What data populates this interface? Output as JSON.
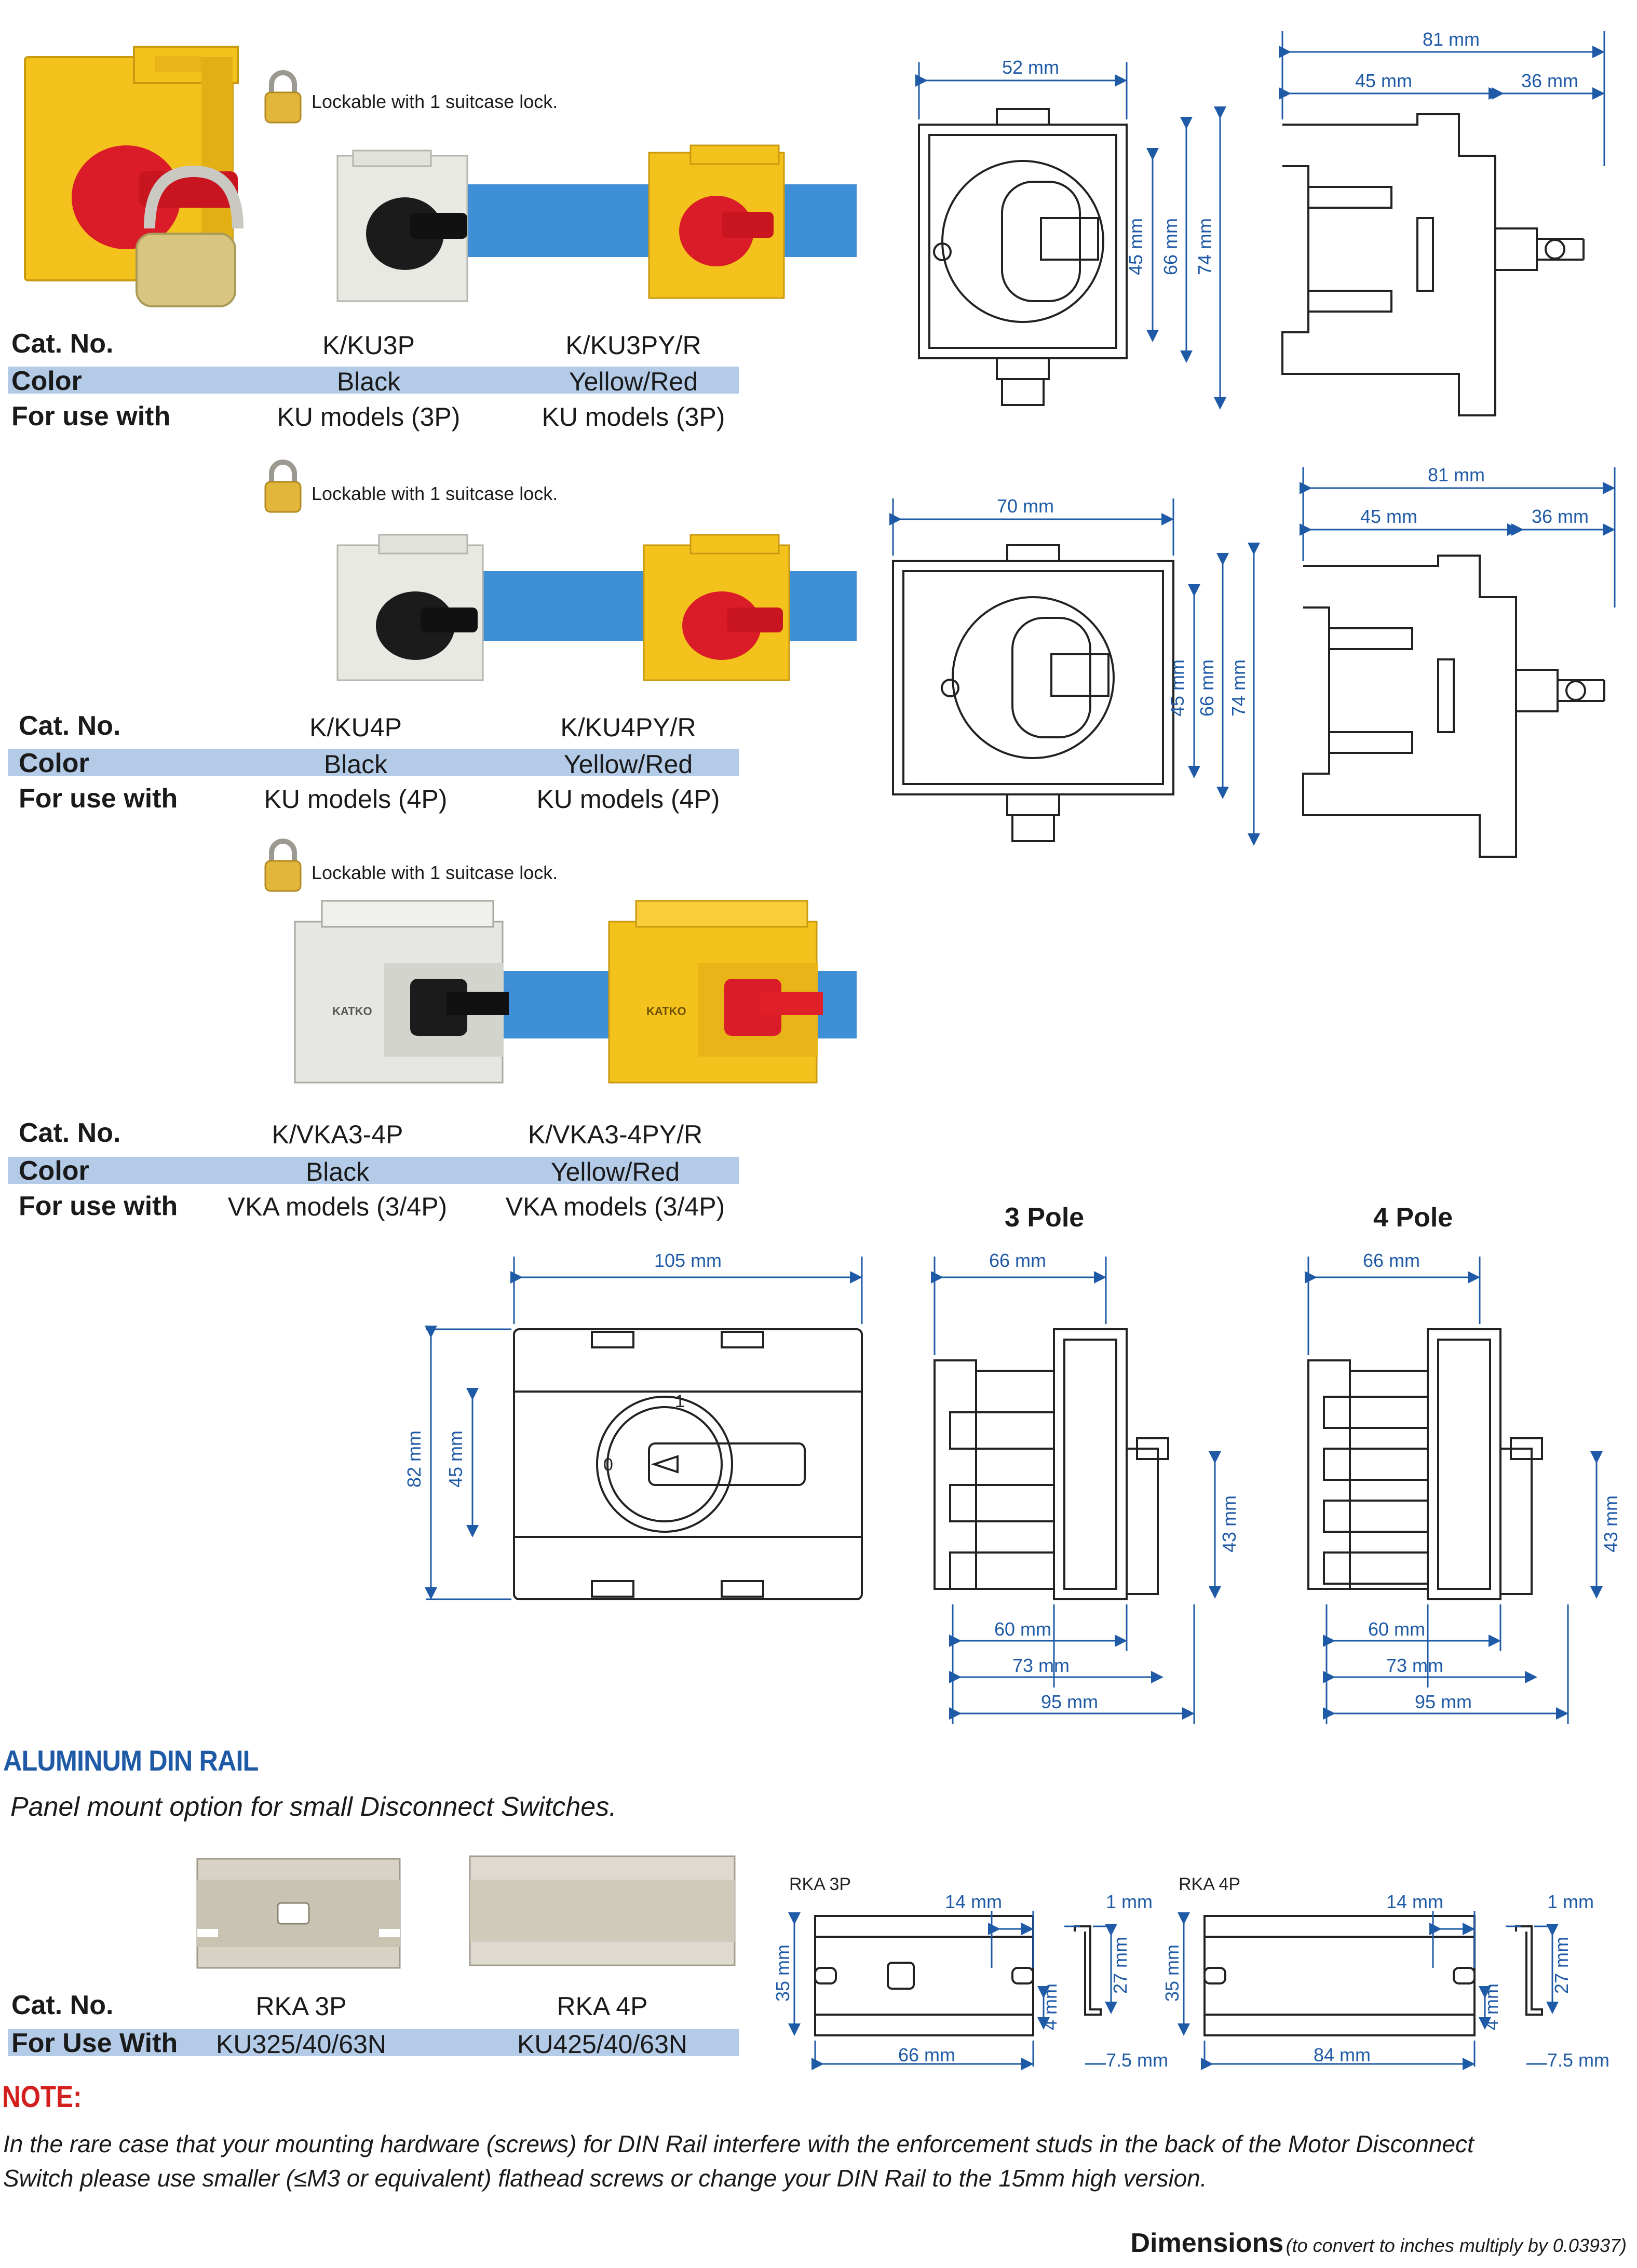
{
  "sections": [
    {
      "lock_note": "Lockable with 1 suitcase lock.",
      "rows": {
        "cat_no_label": "Cat. No.",
        "color_label": "Color",
        "use_label": "For use with",
        "left": {
          "cat": "K/KU3P",
          "color": "Black",
          "use": "KU models (3P)"
        },
        "right": {
          "cat": "K/KU3PY/R",
          "color": "Yellow/Red",
          "use": "KU models (3P)"
        }
      }
    },
    {
      "lock_note": "Lockable with 1 suitcase lock.",
      "rows": {
        "cat_no_label": "Cat. No.",
        "color_label": "Color",
        "use_label": "For use with",
        "left": {
          "cat": "K/KU4P",
          "color": "Black",
          "use": "KU models (4P)"
        },
        "right": {
          "cat": "K/KU4PY/R",
          "color": "Yellow/Red",
          "use": "KU models (4P)"
        }
      }
    },
    {
      "lock_note": "Lockable with 1 suitcase lock.",
      "rows": {
        "cat_no_label": "Cat. No.",
        "color_label": "Color",
        "use_label": "For use with",
        "left": {
          "cat": "K/VKA3-4P",
          "color": "Black",
          "use": "VKA models (3/4P)"
        },
        "right": {
          "cat": "K/VKA3-4PY/R",
          "color": "Yellow/Red",
          "use": "VKA models (3/4P)"
        }
      }
    }
  ],
  "drawings": {
    "ku3": {
      "width": "52 mm",
      "h1": "45 mm",
      "h2": "66 mm",
      "h3": "74 mm",
      "depth_total": "81 mm",
      "depth_a": "45 mm",
      "depth_b": "36 mm"
    },
    "ku4": {
      "width": "70 mm",
      "h1": "45 mm",
      "h2": "66 mm",
      "h3": "74 mm",
      "depth_total": "81 mm",
      "depth_a": "45 mm",
      "depth_b": "36 mm"
    },
    "vka": {
      "width": "105 mm",
      "h_total": "82 mm",
      "h_inner": "45 mm",
      "pos_1": "1",
      "pos_0": "0",
      "pole3_title": "3 Pole",
      "pole4_title": "4 Pole",
      "side_top": "66 mm",
      "side_h": "43 mm",
      "d60": "60 mm",
      "d73": "73 mm",
      "d95": "95 mm",
      "brand": "KATKO"
    }
  },
  "din_rail": {
    "heading": "ALUMINUM DIN RAIL",
    "subtitle": "Panel mount option for small Disconnect Switches.",
    "cat_no_label": "Cat. No.",
    "use_label": "For Use With",
    "left": {
      "cat": "RKA 3P",
      "use": "KU325/40/63N"
    },
    "right": {
      "cat": "RKA 4P",
      "use": "KU425/40/63N"
    },
    "rka3": {
      "label": "RKA 3P",
      "d14": "14 mm",
      "d1": "1 mm",
      "d35": "35 mm",
      "d27": "27 mm",
      "d4": "4 mm",
      "d66": "66 mm",
      "d75": "7.5 mm"
    },
    "rka4": {
      "label": "RKA 4P",
      "d14": "14 mm",
      "d1": "1 mm",
      "d35": "35 mm",
      "d27": "27 mm",
      "d4": "4 mm",
      "d84": "84 mm",
      "d75": "7.5 mm"
    }
  },
  "note": {
    "heading": "NOTE:",
    "text_line1": "In the rare case that your mounting hardware (screws) for DIN Rail interfere with the enforcement studs in the back of the Motor Disconnect",
    "text_line2": "Switch please use smaller (≤M3 or equivalent) flathead screws or change your DIN Rail to the 15mm high version."
  },
  "footer": {
    "dimensions": "Dimensions",
    "conversion": "(to convert to inches multiply by 0.03937)"
  },
  "colors": {
    "band": "#b4cbe8",
    "blue_strip": "#3f8fd6",
    "dim_blue": "#1f5aa6",
    "heading_blue": "#1f5aa6",
    "note_red": "#d41f1f",
    "yellow": "#f4c21c",
    "red": "#d91c28",
    "white_part": "#e9e9e4"
  }
}
